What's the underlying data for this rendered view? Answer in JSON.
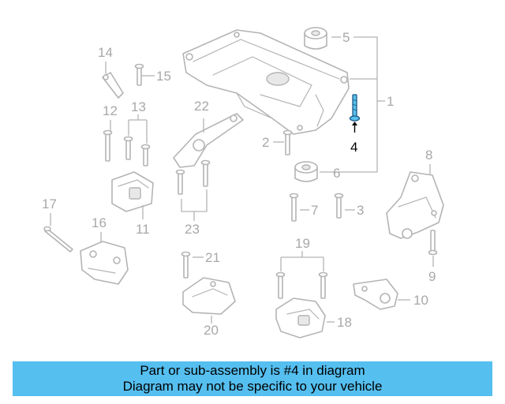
{
  "diagram": {
    "callouts": [
      "1",
      "2",
      "3",
      "4",
      "5",
      "6",
      "7",
      "8",
      "9",
      "10",
      "11",
      "12",
      "13",
      "14",
      "15",
      "16",
      "17",
      "18",
      "19",
      "20",
      "21",
      "22",
      "23"
    ],
    "highlighted_callout": "4",
    "colors": {
      "highlight": "#5ac0ec",
      "part_outline": "#b4b4b4",
      "callout_text": "#a8a8a8"
    }
  },
  "banner": {
    "line1": "Part or sub-assembly is #4 in diagram",
    "line2": "Diagram may not be specific to your vehicle",
    "color": "#55bff0"
  }
}
